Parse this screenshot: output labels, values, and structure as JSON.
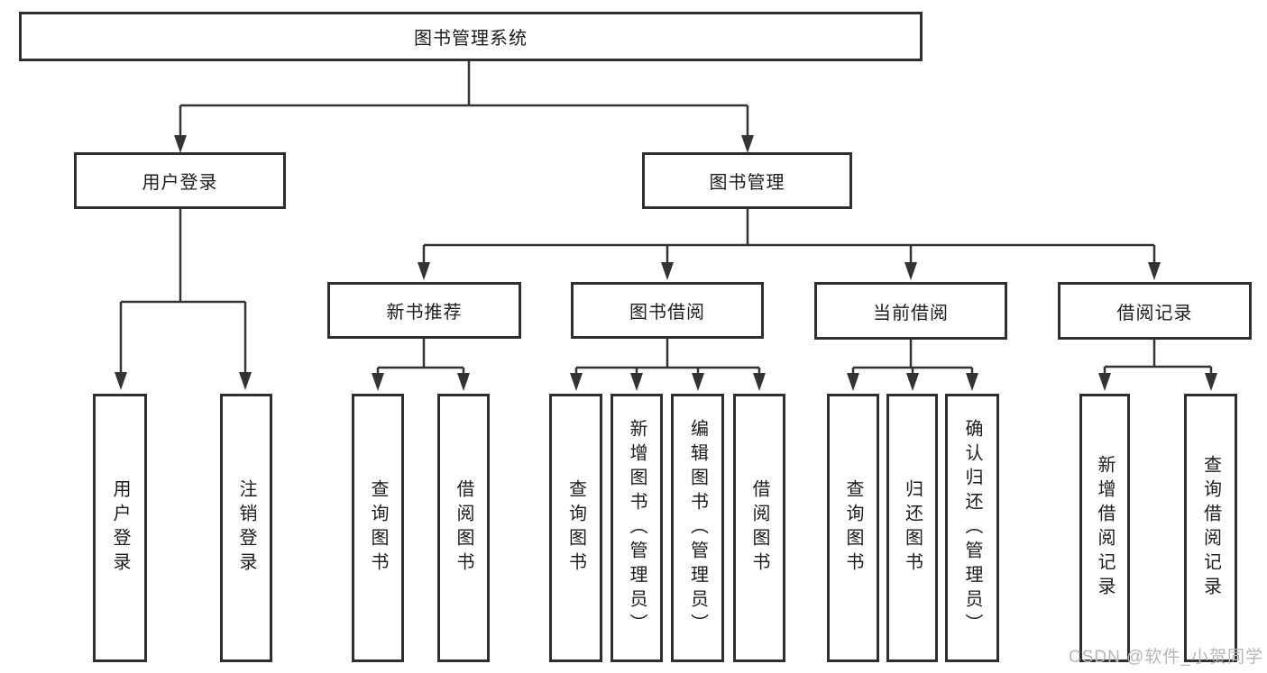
{
  "diagram_type": "hierarchy-tree",
  "tree": {
    "root": {
      "label": "图书管理系统",
      "children": [
        {
          "label": "用户登录",
          "children": [
            {
              "label": "用户登录"
            },
            {
              "label": "注销登录"
            }
          ]
        },
        {
          "label": "图书管理",
          "children": [
            {
              "label": "新书推荐",
              "children": [
                {
                  "label": "查询图书"
                },
                {
                  "label": "借阅图书"
                }
              ]
            },
            {
              "label": "图书借阅",
              "children": [
                {
                  "label": "查询图书"
                },
                {
                  "label": "新增图书（管理员）"
                },
                {
                  "label": "编辑图书（管理员）"
                },
                {
                  "label": "借阅图书"
                }
              ]
            },
            {
              "label": "当前借阅",
              "children": [
                {
                  "label": "查询图书"
                },
                {
                  "label": "归还图书"
                },
                {
                  "label": "确认归还（管理员）"
                }
              ]
            },
            {
              "label": "借阅记录",
              "children": [
                {
                  "label": "新增借阅记录"
                },
                {
                  "label": "查询借阅记录"
                }
              ]
            }
          ]
        }
      ]
    }
  },
  "watermark": "CSDN @软件_小贺同学",
  "colors": {
    "line": "#333333",
    "box_border": "#2f2f2f",
    "text": "#1c1c1c",
    "watermark": "#b7b7b7",
    "background": "#ffffff"
  }
}
